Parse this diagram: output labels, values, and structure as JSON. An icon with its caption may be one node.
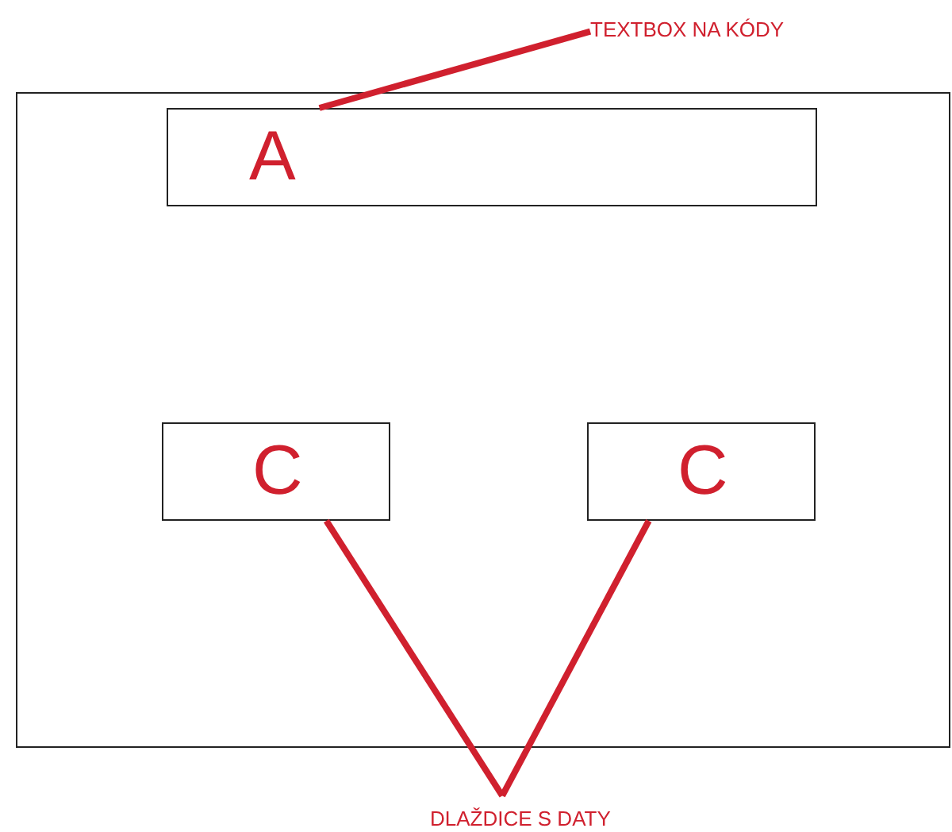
{
  "diagram": {
    "nodes": [
      {
        "text": [],
        "shape": "box"
      },
      {
        "text": [
          "A"
        ],
        "in": 0
      },
      {
        "text": [
          "C"
        ],
        "in": 0
      },
      {
        "text": [
          "C"
        ],
        "in": 0
      },
      {
        "text": [
          "TEXTBOX NA KÓDY"
        ]
      },
      {
        "text": [
          "DLAŽDICE S DATY"
        ]
      }
    ],
    "edges": [
      {
        "from": 4,
        "to": 1,
        "arrow": "none"
      },
      {
        "from": 5,
        "to": 2,
        "arrow": "none"
      },
      {
        "from": 5,
        "to": 3,
        "arrow": "none"
      }
    ]
  }
}
